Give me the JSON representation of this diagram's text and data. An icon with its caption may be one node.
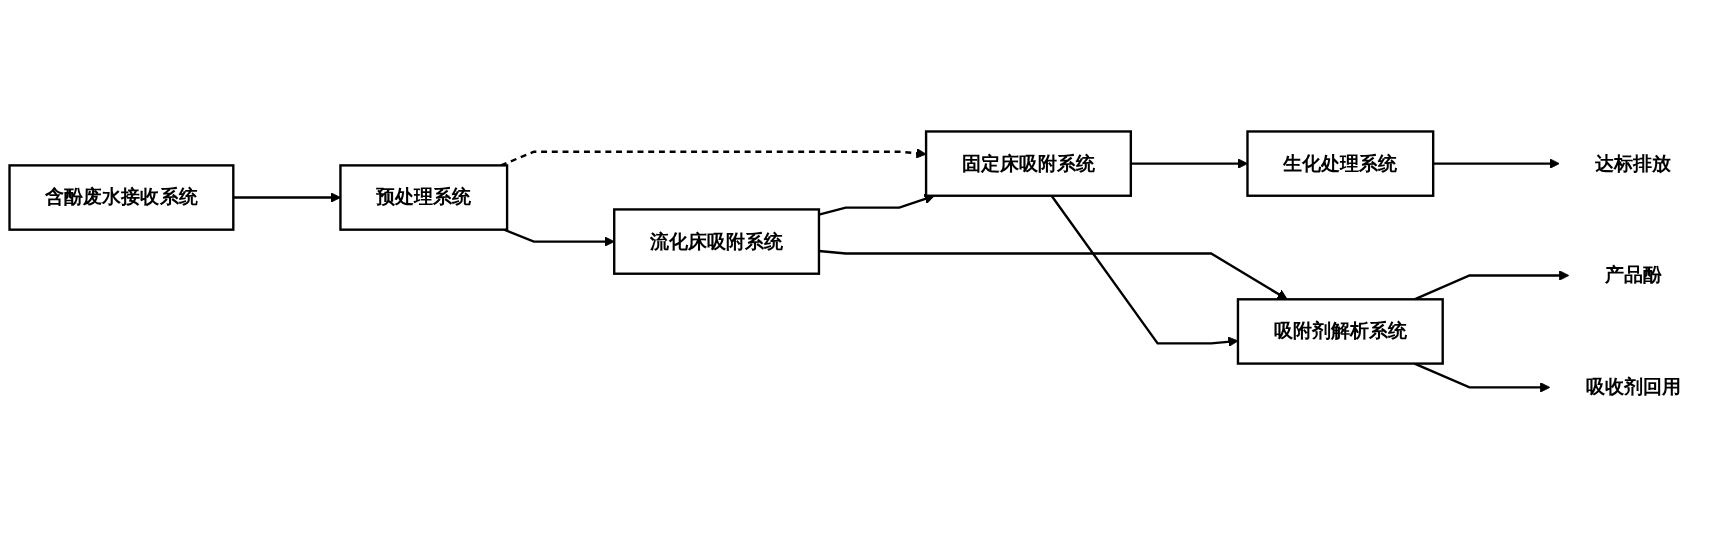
{
  "diagram": {
    "nodes": [
      {
        "text": [
          "含酚废水接收系统"
        ]
      },
      {
        "text": [
          "预处理系统"
        ]
      },
      {
        "text": [
          "流化床吸附系统"
        ]
      },
      {
        "text": [
          "固定床吸附系统"
        ]
      },
      {
        "text": [
          "生化处理系统"
        ]
      },
      {
        "text": [
          "达标排放"
        ]
      },
      {
        "text": [
          "吸附剂解析系统"
        ]
      },
      {
        "text": [
          "产品酚"
        ]
      },
      {
        "text": [
          "吸收剂回用"
        ]
      }
    ],
    "edges": [
      {
        "from": 0,
        "to": 1,
        "arrow": "to"
      },
      {
        "from": 1,
        "to": 2,
        "arrow": "to"
      },
      {
        "from": 1,
        "to": 3,
        "arrow": "to",
        "style": "dashed"
      },
      {
        "from": 2,
        "to": 3,
        "arrow": "to"
      },
      {
        "from": 3,
        "to": 4,
        "arrow": "to"
      },
      {
        "from": 4,
        "to": 5,
        "arrow": "to"
      },
      {
        "from": 2,
        "to": 6,
        "arrow": "to"
      },
      {
        "from": 3,
        "to": 6,
        "arrow": "to"
      },
      {
        "from": 6,
        "to": 7,
        "arrow": "to"
      },
      {
        "from": 6,
        "to": 8,
        "arrow": "to"
      }
    ]
  }
}
